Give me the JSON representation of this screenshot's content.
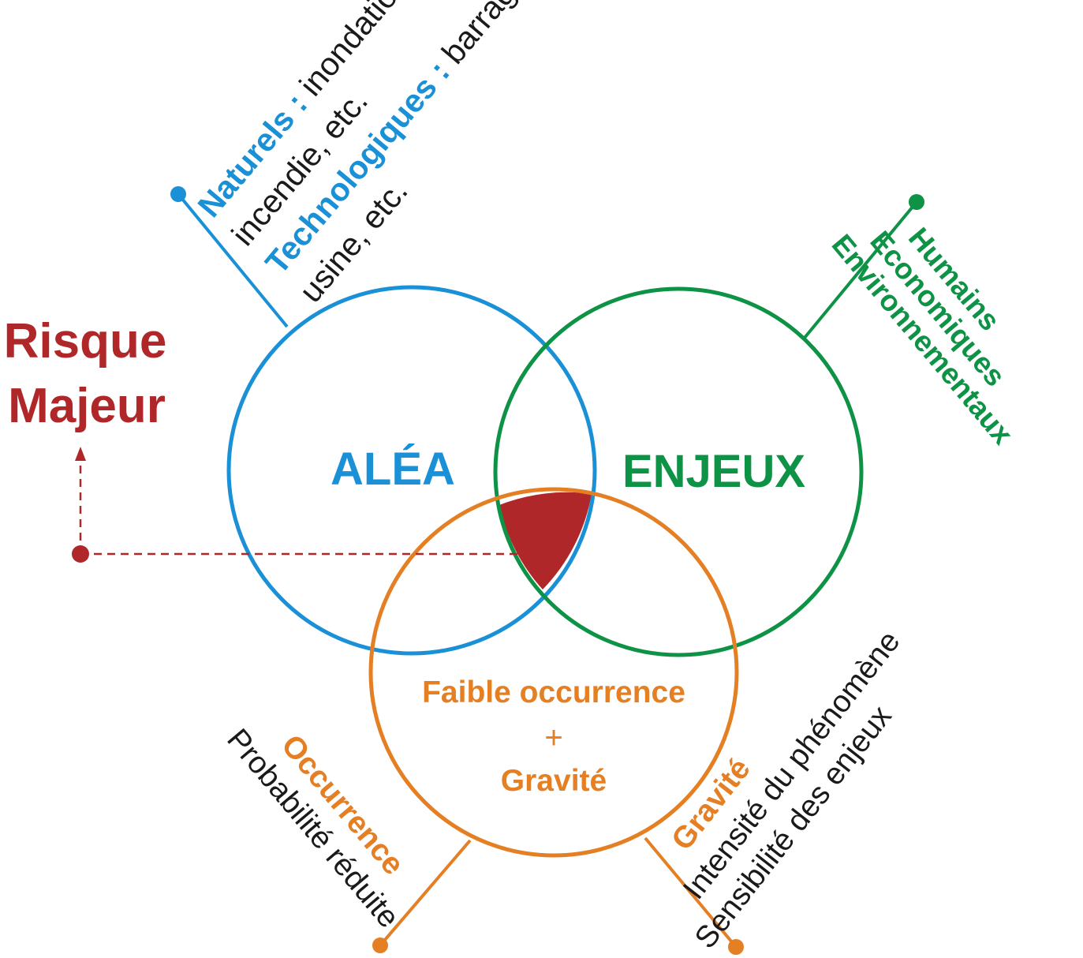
{
  "title": {
    "line1": "Risque",
    "line2": "Majeur"
  },
  "alea": {
    "label": "ALÉA",
    "naturels_label": "Naturels :",
    "naturels_text": " inondation,",
    "naturels_line2": "incendie, etc.",
    "techno_label": "Technologiques :",
    "techno_text": " barrage,",
    "techno_line2": "usine, etc."
  },
  "enjeux": {
    "label": "ENJEUX",
    "items": [
      "Humains",
      "Economiques",
      "Environnementaux"
    ]
  },
  "center": {
    "line1": "Faible occurrence",
    "plus": "+",
    "line2": "Gravité"
  },
  "occurrence": {
    "label": "Occurrence",
    "text": "Probabilité réduite"
  },
  "gravite": {
    "label": "Gravité",
    "line1": "Intensité du phénomène",
    "line2": "Sensibilité des enjeux"
  },
  "colors": {
    "alea": "#1a90d6",
    "enjeux": "#0e9346",
    "gravite": "#e57f24",
    "risque": "#b0272a",
    "text": "#1a1a1a"
  }
}
